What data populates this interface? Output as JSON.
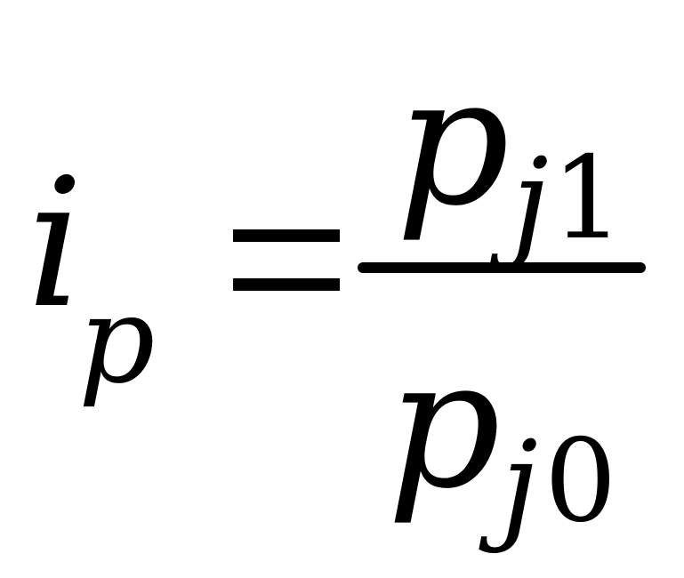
{
  "formula": {
    "lhs": {
      "symbol": "i",
      "subscript": "p"
    },
    "operator": "=",
    "numerator": {
      "symbol": "p",
      "subscript_index": "j",
      "subscript_digit": "1"
    },
    "denominator": {
      "symbol": "p",
      "subscript_index": "j",
      "subscript_digit": "0"
    }
  }
}
